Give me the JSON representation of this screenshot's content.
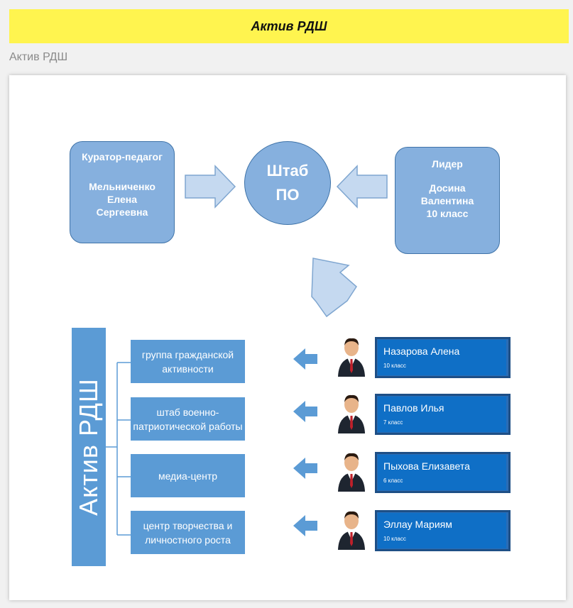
{
  "header": {
    "title": "Актив РДШ"
  },
  "page_subtitle": "Актив РДШ",
  "diagram": {
    "curator": {
      "title": "Куратор-педагог",
      "name": [
        "Мельниченко",
        "Елена",
        "Сергеевна"
      ]
    },
    "hq": {
      "lines": [
        "Штаб",
        "ПО"
      ]
    },
    "leader": {
      "title": "Лидер",
      "lines": [
        "Досина",
        "Валентина",
        "10 класс"
      ]
    },
    "asset_label": "Актив РДШ",
    "groups": [
      [
        "группа гражданской",
        "активности"
      ],
      [
        "штаб военно-",
        "патриотической работы"
      ],
      [
        "медиа-центр"
      ],
      [
        "центр творчества и",
        "личностного роста"
      ]
    ],
    "members": [
      {
        "name": "Назарова Алена",
        "class": "10 класс"
      },
      {
        "name": "Павлов Илья",
        "class": "7 класс"
      },
      {
        "name": "Пыхова Елизавета",
        "class": "6 класс"
      },
      {
        "name": "Эллау Мариям",
        "class": "10 класс"
      }
    ],
    "colors": {
      "box_fill": "#86b0de",
      "box_border": "#3f73a8",
      "group_fill": "#5b9bd5",
      "card_fill": "#0f6fc6",
      "banner": "#fff44f"
    }
  }
}
